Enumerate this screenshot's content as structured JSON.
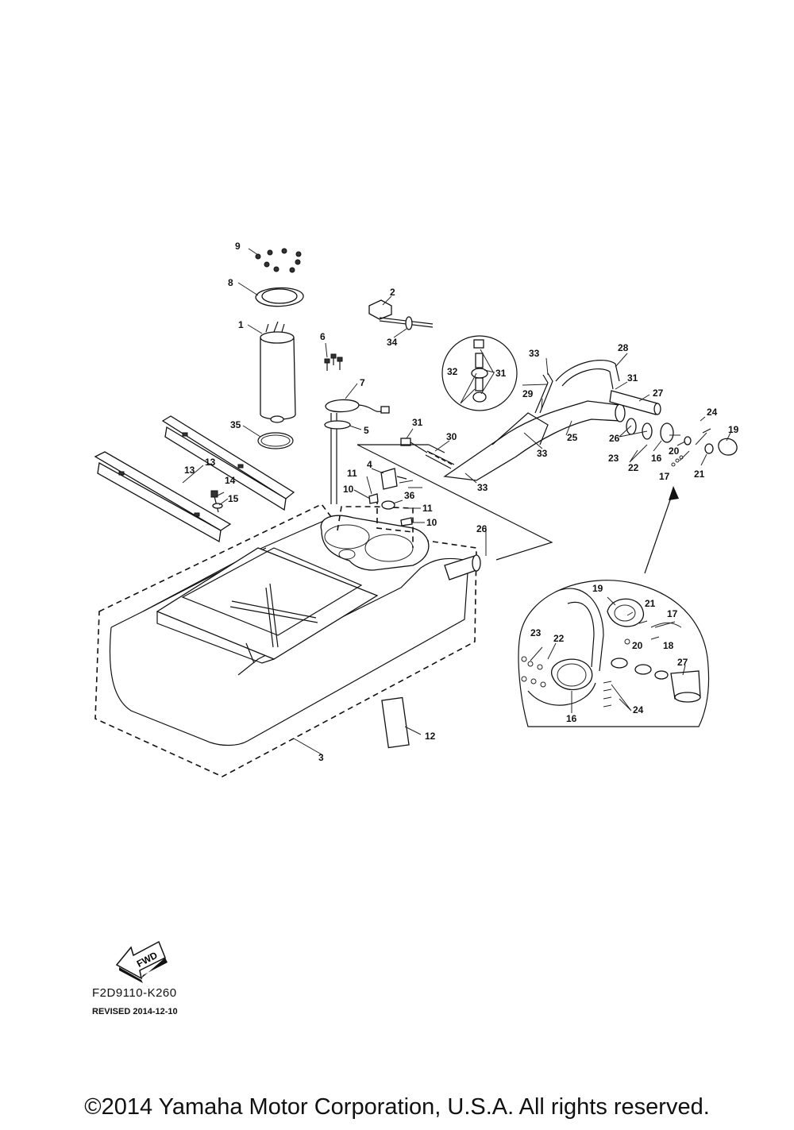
{
  "labels": {
    "l1": "1",
    "l2": "2",
    "l3": "3",
    "l4": "4",
    "l5": "5",
    "l6": "6",
    "l7": "7",
    "l8": "8",
    "l9": "9",
    "l10a": "10",
    "l10b": "10",
    "l11a": "11",
    "l11b": "11",
    "l12": "12",
    "l13a": "13",
    "l13b": "13",
    "l14": "14",
    "l15": "15",
    "l16a": "16",
    "l16b": "16",
    "l17a": "17",
    "l17b": "17",
    "l18": "18",
    "l19a": "19",
    "l19b": "19",
    "l20a": "20",
    "l20b": "20",
    "l21a": "21",
    "l21b": "21",
    "l22a": "22",
    "l22b": "22",
    "l23a": "23",
    "l23b": "23",
    "l24a": "24",
    "l24b": "24",
    "l25": "25",
    "l26a": "26",
    "l26b": "26",
    "l27a": "27",
    "l27b": "27",
    "l28": "28",
    "l29": "29",
    "l30": "30",
    "l31a": "31",
    "l31b": "31",
    "l31c": "31",
    "l32": "32",
    "l33a": "33",
    "l33b": "33",
    "l33c": "33",
    "l34": "34",
    "l35": "35",
    "l36": "36"
  },
  "fwd_label": "FWD",
  "drawing_code": "F2D9110-K260",
  "revised": "REVISED 2014-12-10",
  "copyright": "©2014 Yamaha Motor Corporation, U.S.A. All rights reserved."
}
